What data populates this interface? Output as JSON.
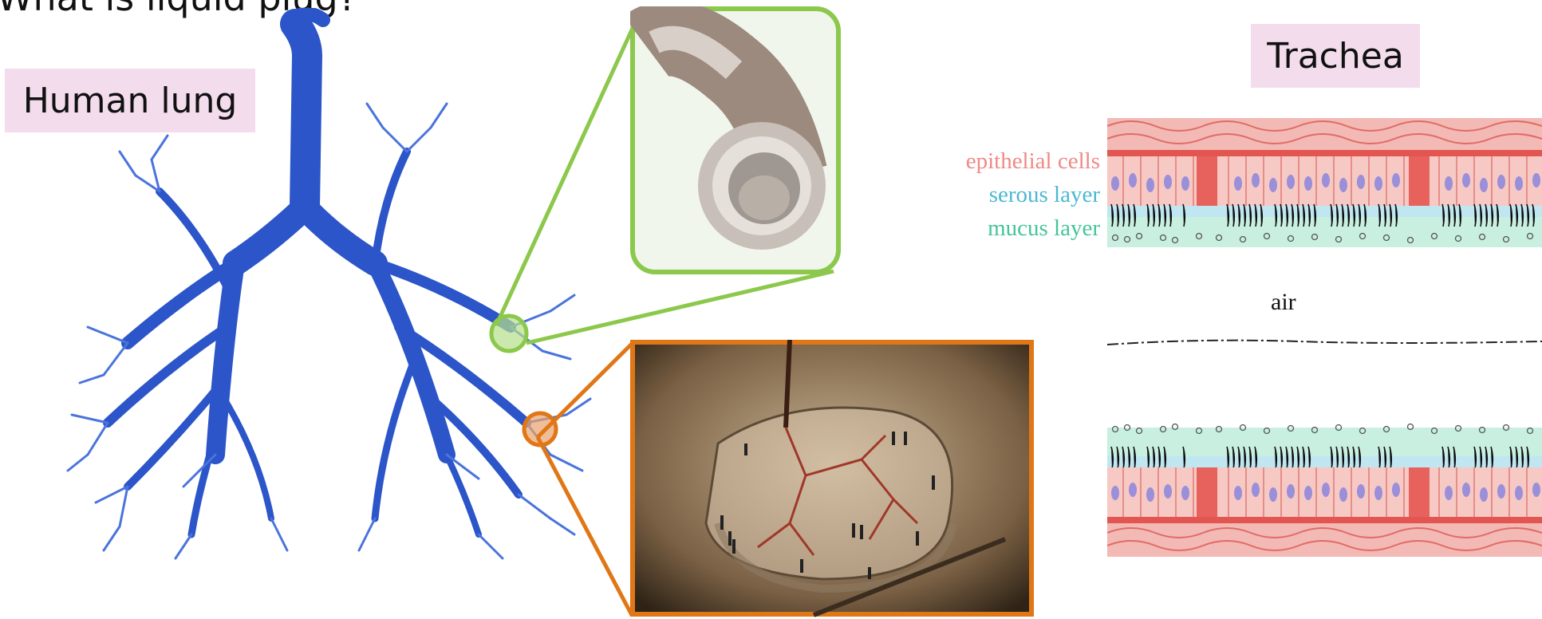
{
  "slide": {
    "title": "What is liquid plug?"
  },
  "labels": {
    "human_lung": "Human lung",
    "trachea": "Trachea",
    "epithelial": "epithelial cells",
    "serous": "serous layer",
    "mucus": "mucus layer",
    "air": "air"
  },
  "colors": {
    "lung_blue": "#2b55c8",
    "zoom_green": "#8cc84b",
    "zoom_orange": "#e07716",
    "epithelial_text": "#ef8a86",
    "serous_text": "#4bb8d3",
    "mucus_text": "#46c49a",
    "tag_bg": "#f3dcec"
  }
}
